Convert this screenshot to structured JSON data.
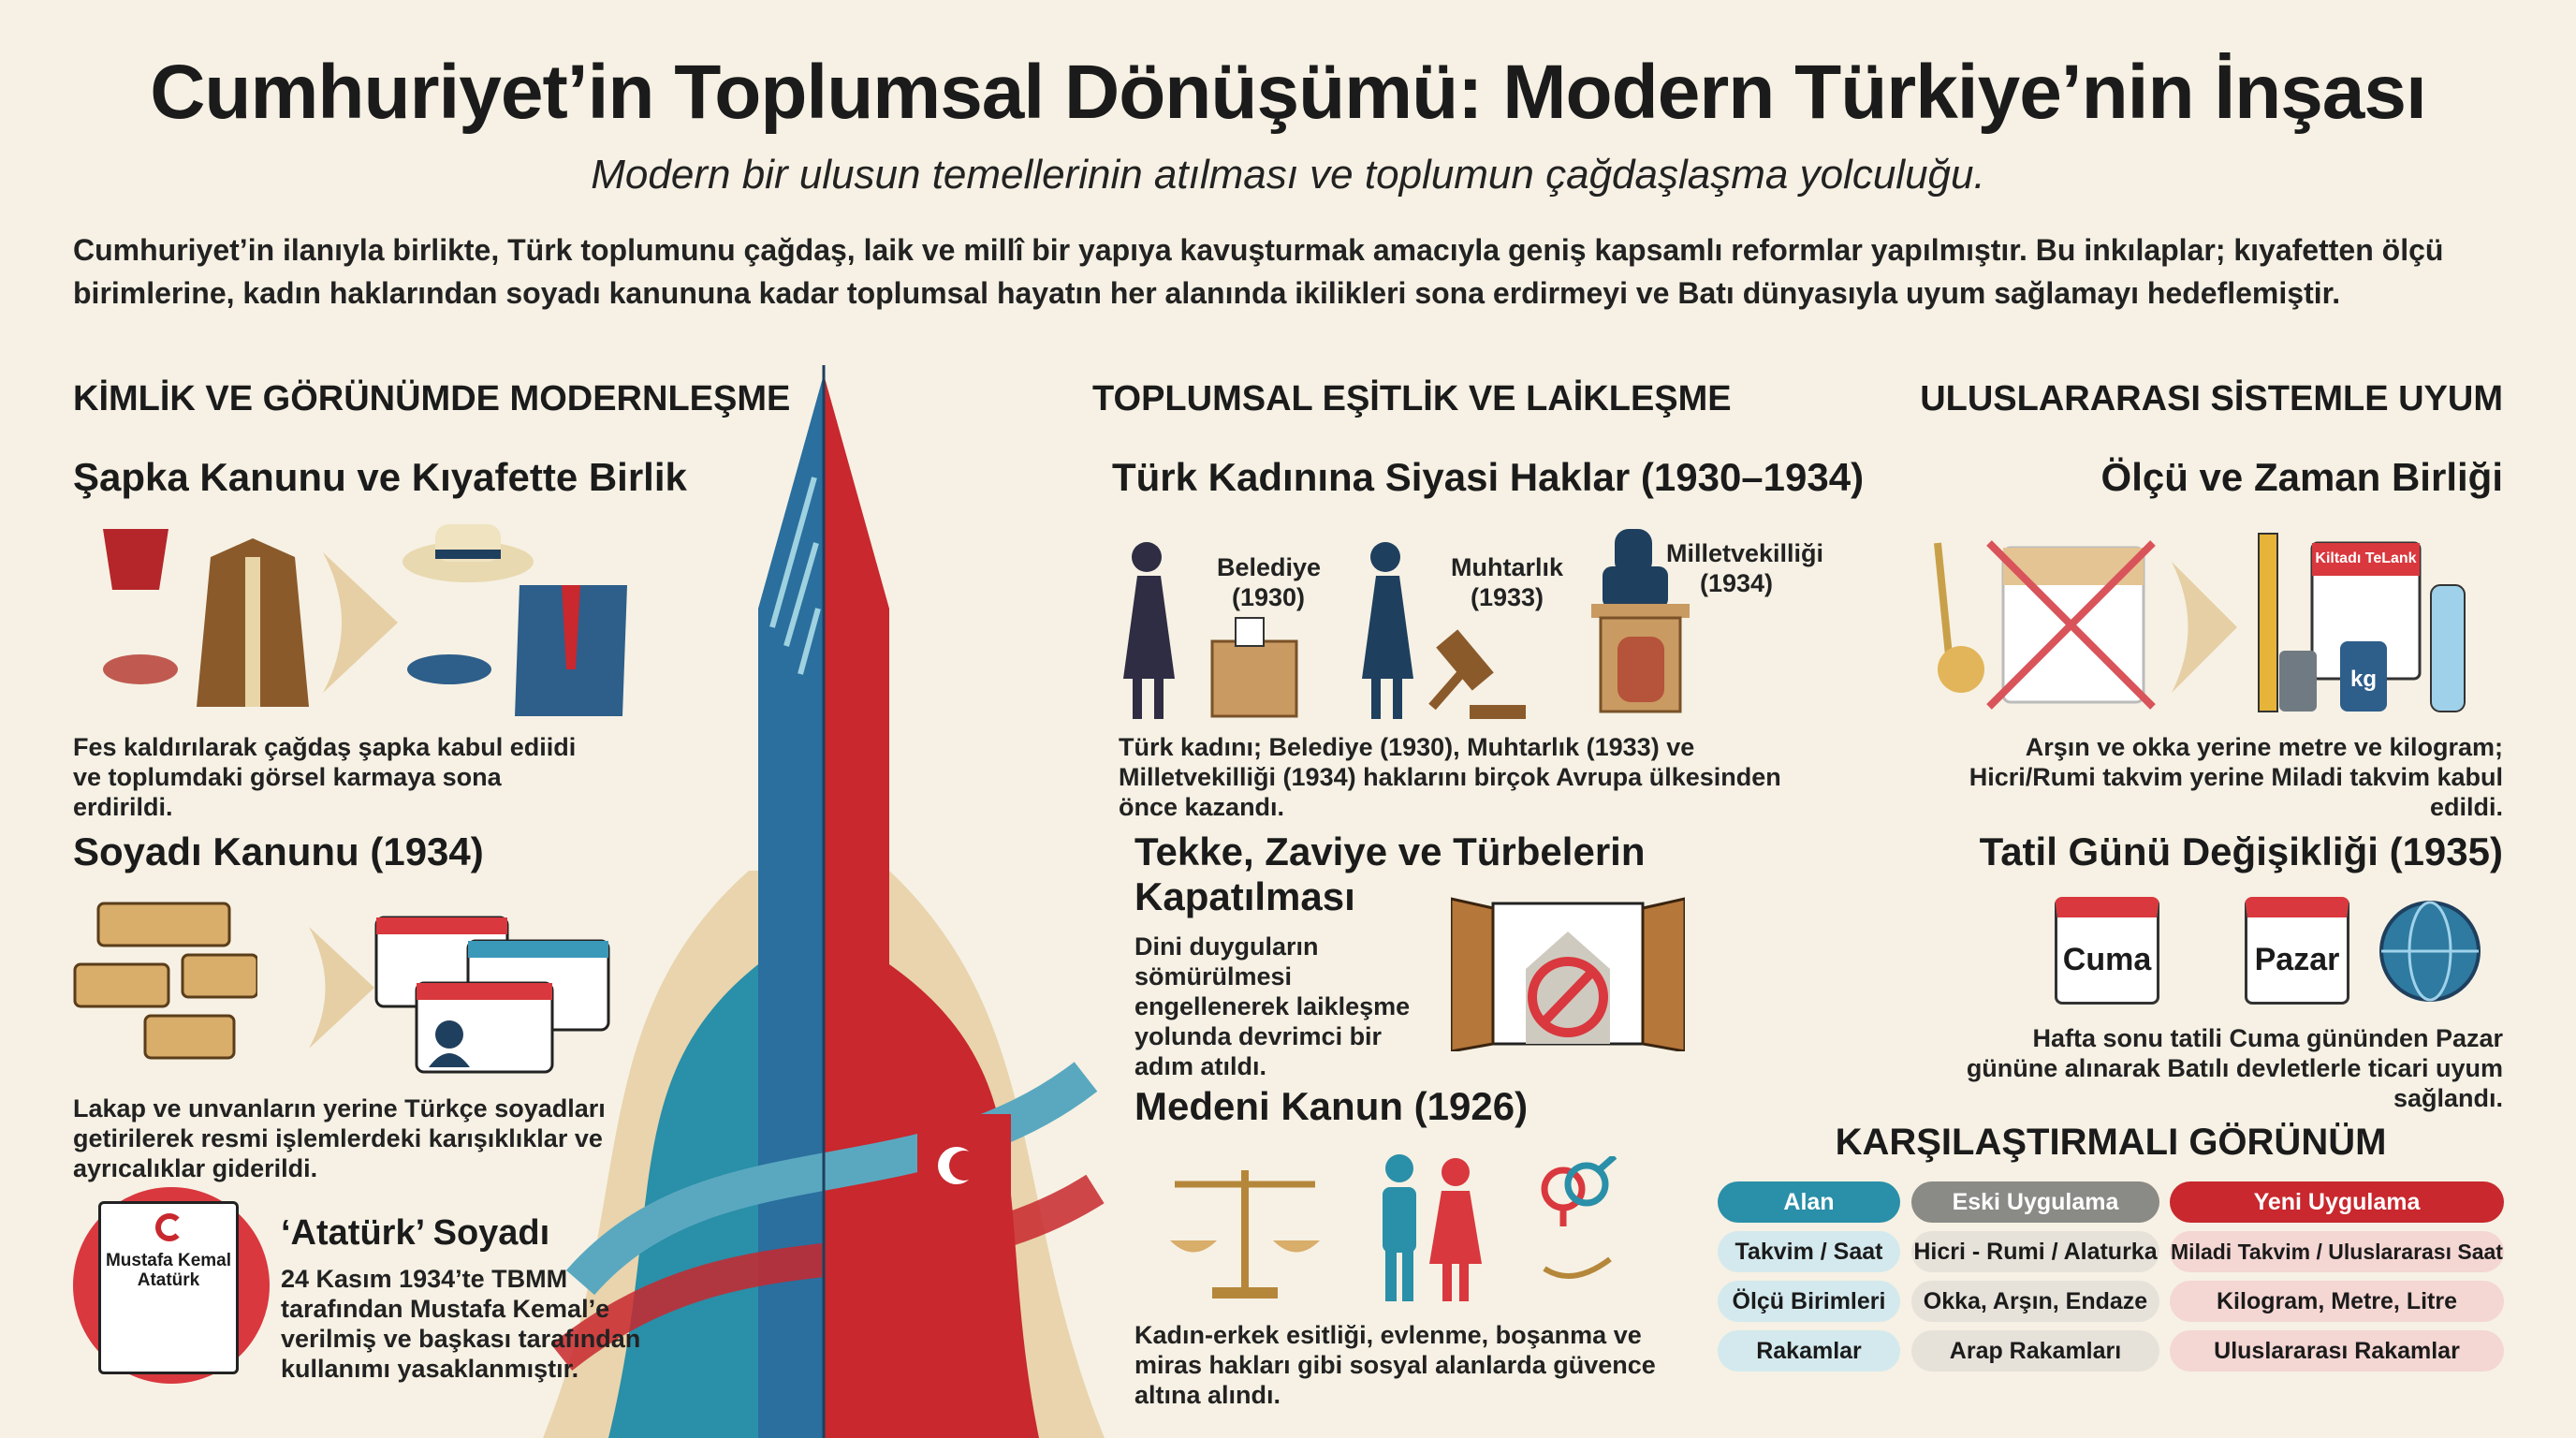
{
  "title": "Cumhuriyet’in Toplumsal Dönüşümü: Modern Türkiye’nin İnşası",
  "subtitle": "Modern bir ulusun temellerinin atılması ve toplumun çağdaşlaşma yolculuğu.",
  "intro": "Cumhuriyet’in ilanıyla birlikte, Türk toplumunu çağdaş, laik ve millî bir yapıya kavuşturmak amacıyla geniş kapsamlı reformlar yapılmıştır. Bu inkılaplar; kıyafetten ölçü birimlerine, kadın haklarından soyadı kanununa kadar toplumsal hayatın her alanında ikilikleri sona erdirmeyi ve Batı dünyasıyla uyum sağlamayı hedeflemiştir.",
  "colors": {
    "teal": "#2a8fa8",
    "red": "#c8282e",
    "gray": "#8a8a86",
    "beige": "#d9b98a",
    "navy": "#1f3f5e"
  },
  "left": {
    "section": "KİMLİK VE GÖRÜNÜMDE MODERNLEŞME",
    "hat": {
      "heading": "Şapka Kanunu ve Kıyafette Birlik",
      "text": "Fes kaldırılarak çağdaş şapka kabul ediidi ve toplumdaki görsel karmaya sona erdirildi."
    },
    "surname": {
      "heading": "Soyadı Kanunu (1934)",
      "text": "Lakap ve unvanların yerine Türkçe soyadları getirilerek resmi işlemlerdeki karışıklıklar ve ayrıcalıklar giderildi."
    },
    "ataturk": {
      "doc_text": "Mustafa Kemal Atatürk",
      "heading": "‘Atatürk’ Soyadı",
      "text": "24 Kasım 1934’te TBMM tarafından Mustafa Kemal’e verilmiş ve başkası tarafından kullanımı yasaklanmıştır."
    }
  },
  "middle": {
    "section": "TOPLUMSAL EŞİTLİK VE LAİKLEŞME",
    "women": {
      "heading": "Türk Kadınına Siyasi Haklar (1930–1934)",
      "labels": [
        {
          "name": "Belediye",
          "year": "(1930)"
        },
        {
          "name": "Muhtarlık",
          "year": "(1933)"
        },
        {
          "name": "Milletvekilliği",
          "year": "(1934)"
        }
      ],
      "text": "Türk kadını; Belediye (1930), Muhtarlık (1933) ve Milletvekilliği (1934) haklarını birçok Avrupa ülkesinden önce kazandı."
    },
    "tekke": {
      "heading": "Tekke, Zaviye ve Türbelerin Kapatılması",
      "text": "Dini duyguların sömürülmesi engellenerek laikleşme yolunda devrimci bir adım atıldı."
    },
    "civil": {
      "heading": "Medeni Kanun (1926)",
      "text": "Kadın-erkek esitliği, evlenme, boşanma ve miras hakları gibi sosyal alanlarda güvence altına alındı."
    }
  },
  "right": {
    "section": "ULUSLARARASI SİSTEMLE UYUM",
    "units": {
      "heading": "Ölçü ve Zaman Birliği",
      "calendar_label": "Kiltadı TeLank",
      "weight_label": "kg",
      "text": "Arşın ve okka yerine metre ve kilogram; Hicri/Rumi takvim yerine Miladi takvim kabul edildi."
    },
    "holiday": {
      "heading": "Tatil Günü Değişikliği (1935)",
      "old_day": "Cuma",
      "new_day": "Pazar",
      "text": "Hafta sonu tatili Cuma gününden Pazar gününe alınarak Batılı devletlerle ticari uyum sağlandı."
    },
    "comparison": {
      "heading": "KARŞILAŞTIRMALI GÖRÜNÜM",
      "headers": [
        "Alan",
        "Eski Uygulama",
        "Yeni Uygulama"
      ],
      "rows": [
        [
          "Takvim / Saat",
          "Hicri - Rumi / Alaturka",
          "Miladi Takvim / Uluslararası Saat"
        ],
        [
          "Ölçü Birimleri",
          "Okka, Arşın, Endaze",
          "Kilogram, Metre, Litre"
        ],
        [
          "Rakamlar",
          "Arap Rakamları",
          "Uluslararası Rakamlar"
        ]
      ]
    }
  }
}
